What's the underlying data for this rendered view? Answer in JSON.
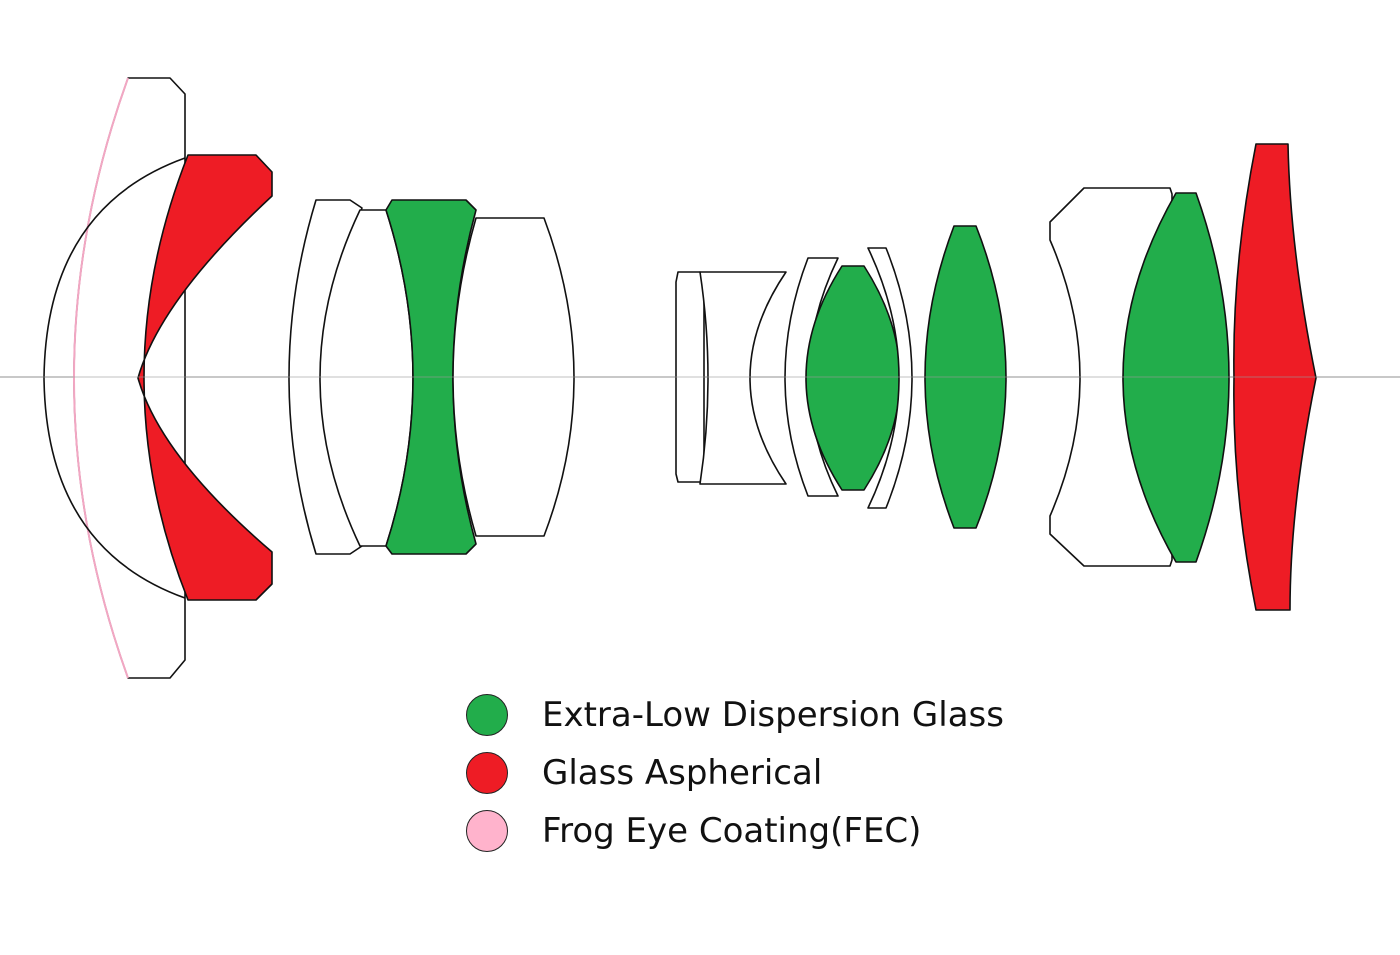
{
  "colors": {
    "extra_low_dispersion": "#22ad4b",
    "aspherical": "#ee1c25",
    "frog_eye_coating": "#ffb3cc",
    "outline": "#111111",
    "axis": "#888888",
    "background": "#ffffff"
  },
  "legend": [
    {
      "label": "Extra-Low Dispersion Glass",
      "color": "#22ad4b"
    },
    {
      "label": "Glass Aspherical",
      "color": "#ee1c25"
    },
    {
      "label": "Frog Eye Coating(FEC)",
      "color": "#ffb3cc"
    }
  ]
}
